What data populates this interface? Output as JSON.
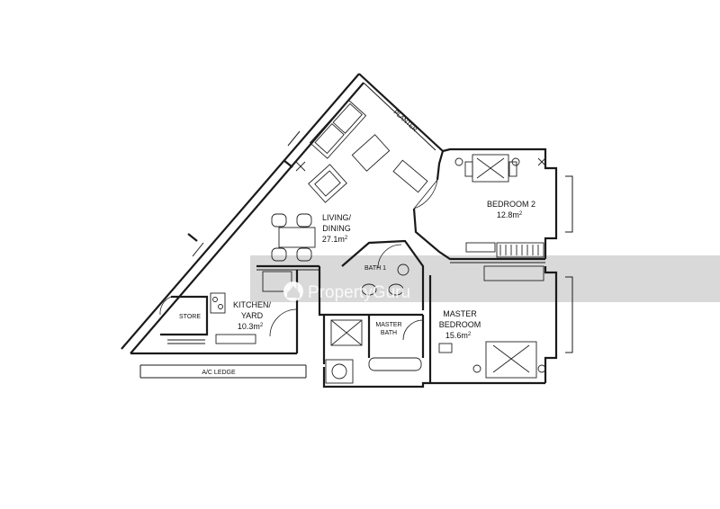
{
  "plan": {
    "rooms": [
      {
        "id": "living",
        "name_lines": [
          "LIVING/",
          "DINING"
        ],
        "area": "27.1m",
        "unit_sup": "2"
      },
      {
        "id": "bedroom2",
        "name_lines": [
          "BEDROOM 2"
        ],
        "area": "12.8m",
        "unit_sup": "2"
      },
      {
        "id": "kitchen",
        "name_lines": [
          "KITCHEN/",
          "YARD"
        ],
        "area": "10.3m",
        "unit_sup": "2"
      },
      {
        "id": "master",
        "name_lines": [
          "MASTER",
          "BEDROOM"
        ],
        "area": "15.6m",
        "unit_sup": "2"
      }
    ],
    "labels": {
      "planter": "PLANTER",
      "bath1": "BATH 1",
      "master_bath_1": "MASTER",
      "master_bath_2": "BATH",
      "store": "STORE",
      "ac_ledge": "A/C LEDGE"
    },
    "watermark": "PropertyGuru",
    "colors": {
      "line": "#1a1a1a",
      "band": "#d9d9d9",
      "watermark": "#ffffff"
    }
  }
}
